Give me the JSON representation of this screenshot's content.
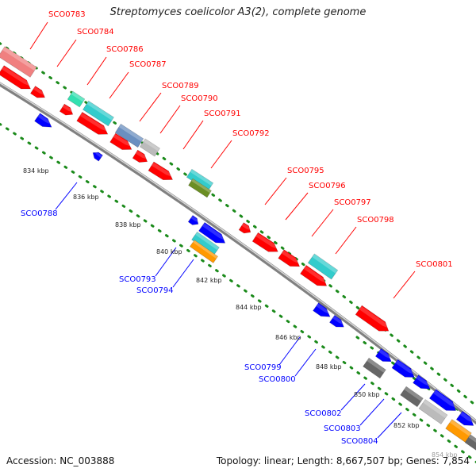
{
  "title": "Streptomyces coelicolor A3(2), complete genome",
  "footer": {
    "accession": "Accession: NC_003888",
    "info": "Topology: linear; Length: 8,667,507 bp; Genes: 7,854"
  },
  "colors": {
    "forward": "#ff0000",
    "reverse": "#0000ff",
    "backbone": "#808080",
    "dots": "#1a8a1a",
    "teal": "#33cccc",
    "pink": "#f08080",
    "gray": "#bbbbbb",
    "dark_gray": "#666666",
    "orange": "#ff9900",
    "olive": "#6b8e23",
    "steel": "#6a8fc0",
    "aqua": "#33e0b0"
  },
  "ticks": [
    "834 kbp",
    "836 kbp",
    "838 kbp",
    "840 kbp",
    "842 kbp",
    "844 kbp",
    "846 kbp",
    "848 kbp",
    "850 kbp",
    "852 kbp",
    "854 kbp"
  ],
  "genes_forward": [
    "SCO0783",
    "SCO0784",
    "SCO0786",
    "SCO0787",
    "SCO0789",
    "SCO0790",
    "SCO0791",
    "SCO0792",
    "SCO0795",
    "SCO0796",
    "SCO0797",
    "SCO0798",
    "SCO0801"
  ],
  "genes_reverse": [
    "SCO0788",
    "SCO0793",
    "SCO0794",
    "SCO0799",
    "SCO0800",
    "SCO0802",
    "SCO0803",
    "SCO0804"
  ]
}
